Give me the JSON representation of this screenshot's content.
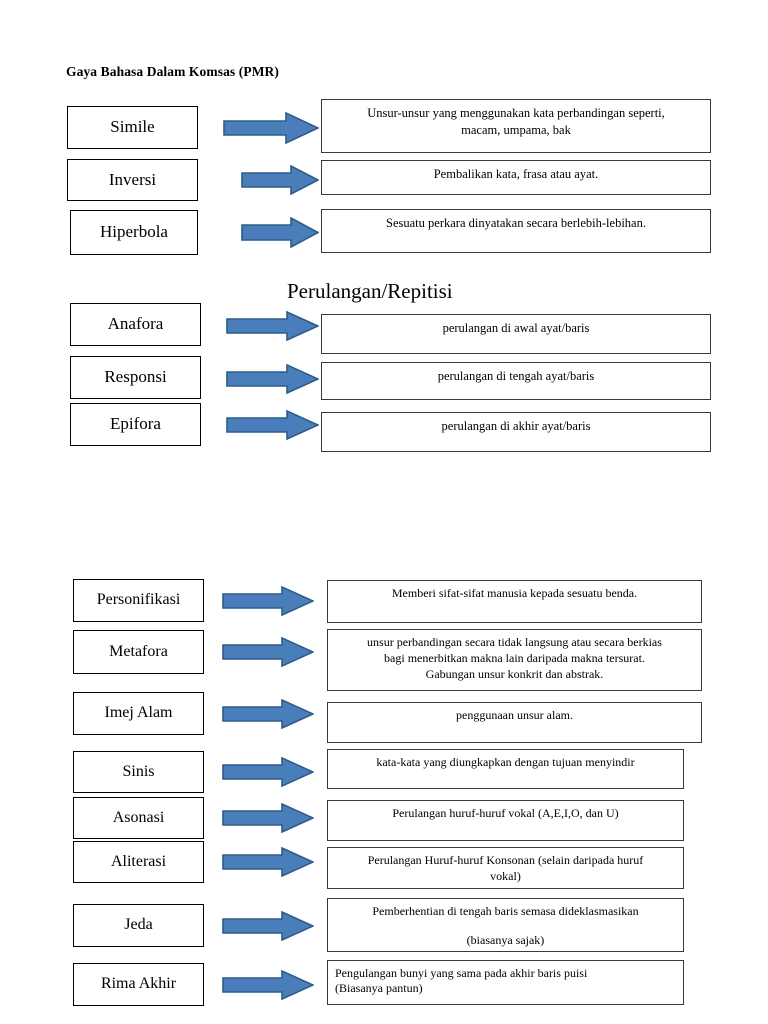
{
  "document": {
    "title": "Gaya Bahasa Dalam Komsas (PMR)",
    "background_color": "#ffffff",
    "text_color": "#000000"
  },
  "theme": {
    "arrow_fill": "#4a7ebb",
    "arrow_stroke": "#2e5c8a",
    "box_border": "#000000",
    "desc_border": "#3a3a3a"
  },
  "sections": [
    {
      "heading": "",
      "rows": [
        {
          "term": "Simile",
          "definition": "Unsur-unsur yang menggunakan kata perbandingan seperti,\nmacam, umpama, bak",
          "align": "center"
        },
        {
          "term": "Inversi",
          "definition": "Pembalikan kata, frasa atau ayat.",
          "align": "center"
        },
        {
          "term": "Hiperbola",
          "definition": "Sesuatu perkara dinyatakan secara berlebih-lebihan.",
          "align": "center"
        }
      ]
    },
    {
      "heading": "Perulangan/Repitisi",
      "rows": [
        {
          "term": "Anafora",
          "definition": "perulangan di awal ayat/baris",
          "align": "center"
        },
        {
          "term": "Responsi",
          "definition": "perulangan di tengah ayat/baris",
          "align": "center"
        },
        {
          "term": "Epifora",
          "definition": "perulangan di akhir ayat/baris",
          "align": "center"
        }
      ]
    },
    {
      "heading": "",
      "rows": [
        {
          "term": "Personifikasi",
          "definition": "Memberi sifat-sifat manusia kepada sesuatu benda.",
          "align": "center"
        },
        {
          "term": "Metafora",
          "definition": "unsur perbandingan secara tidak langsung atau secara berkias\nbagi menerbitkan makna lain daripada makna tersurat.\nGabungan unsur konkrit dan abstrak.",
          "align": "center"
        },
        {
          "term": "Imej Alam",
          "definition": "penggunaan unsur alam.",
          "align": "center"
        },
        {
          "term": "Sinis",
          "definition": "kata-kata yang diungkapkan dengan tujuan menyindir",
          "align": "center"
        },
        {
          "term": "Asonasi",
          "definition": "Perulangan huruf-huruf  vokal (A,E,I,O, dan U)",
          "align": "center"
        },
        {
          "term": "Aliterasi",
          "definition": "Perulangan Huruf-huruf Konsonan (selain daripada huruf\nvokal)",
          "align": "center"
        },
        {
          "term": "Jeda",
          "definition": "Pemberhentian di tengah baris semasa dideklasmasikan\n\n(biasanya sajak)",
          "align": "center-mixed"
        },
        {
          "term": "Rima Akhir",
          "definition": "Pengulangan bunyi yang sama pada akhir baris puisi\n(Biasanya pantun)",
          "align": "left"
        }
      ]
    }
  ]
}
